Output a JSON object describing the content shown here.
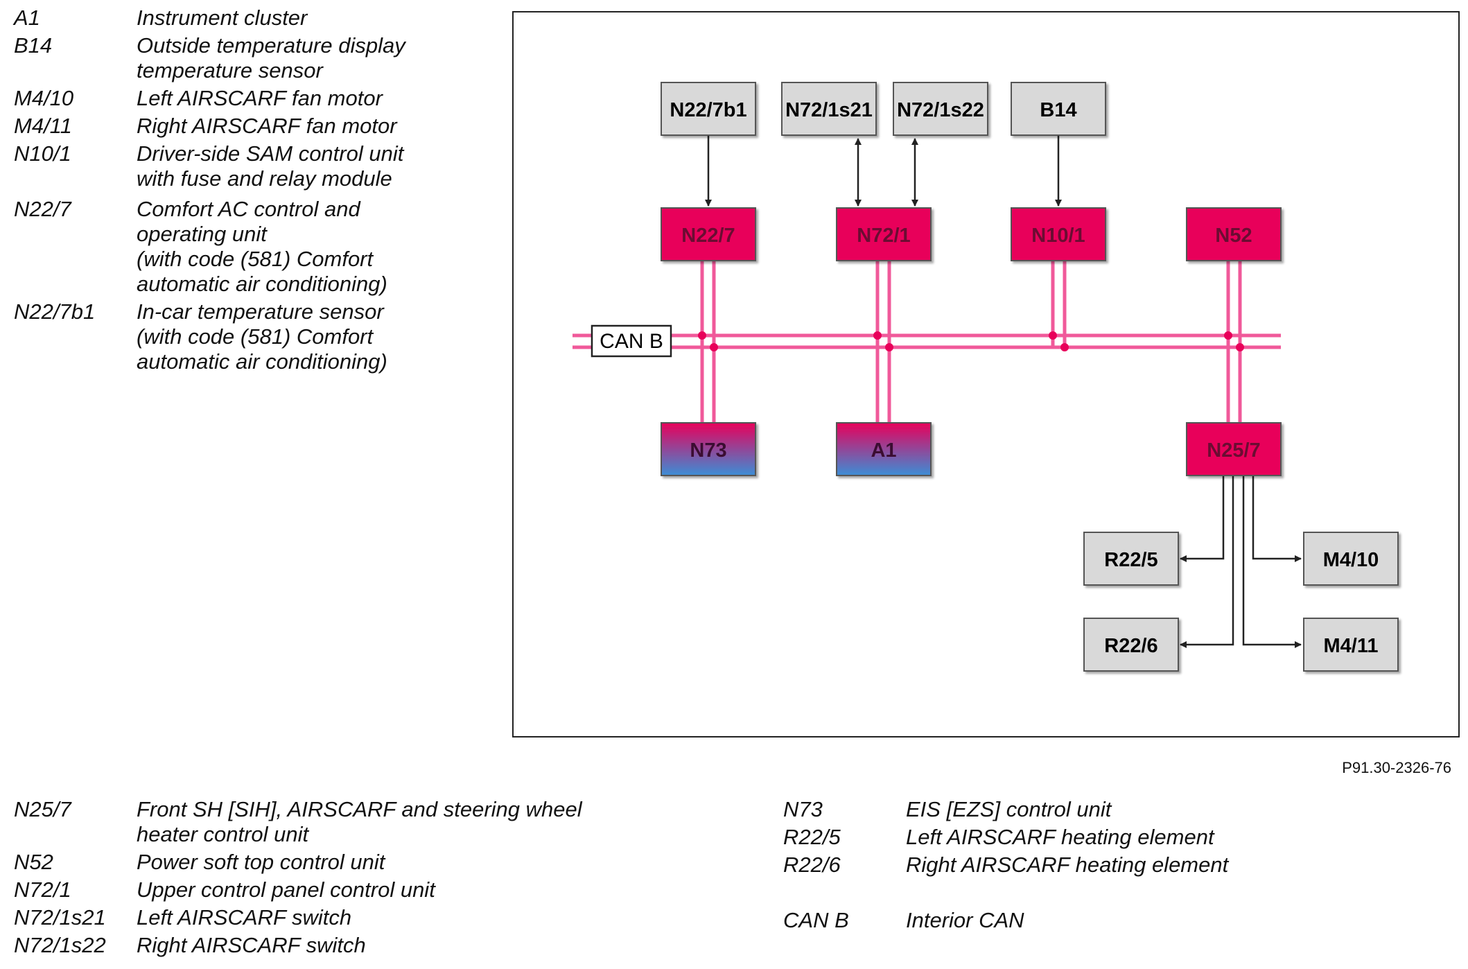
{
  "legend_top": [
    {
      "code": "A1",
      "lines": [
        "Instrument cluster"
      ]
    },
    {
      "code": "B14",
      "lines": [
        "Outside temperature display",
        "temperature sensor"
      ]
    },
    {
      "code": "M4/10",
      "lines": [
        "Left AIRSCARF fan motor"
      ]
    },
    {
      "code": "M4/11",
      "lines": [
        "Right AIRSCARF fan motor"
      ]
    },
    {
      "code": "N10/1",
      "lines": [
        "Driver-side SAM control unit",
        "with fuse and relay module"
      ]
    },
    {
      "code": "N22/7",
      "lines": [
        "Comfort AC control and",
        "operating unit",
        "(with code (581) Comfort",
        "automatic air conditioning)"
      ]
    },
    {
      "code": "N22/7b1",
      "lines": [
        "In-car temperature sensor",
        "(with code (581) Comfort",
        "automatic air conditioning)"
      ]
    }
  ],
  "legend_bottom_left": [
    {
      "code": "N25/7",
      "lines": [
        "Front SH [SIH], AIRSCARF and steering wheel",
        "heater control unit"
      ]
    },
    {
      "code": "N52",
      "lines": [
        "Power soft top control unit"
      ]
    },
    {
      "code": "N72/1",
      "lines": [
        "Upper control panel control unit"
      ]
    },
    {
      "code": "N72/1s21",
      "lines": [
        "Left AIRSCARF switch"
      ]
    },
    {
      "code": "N72/1s22",
      "lines": [
        "Right AIRSCARF switch"
      ]
    }
  ],
  "legend_bottom_right": [
    {
      "code": "N73",
      "lines": [
        "EIS [EZS] control unit"
      ]
    },
    {
      "code": "R22/5",
      "lines": [
        "Left AIRSCARF heating element"
      ]
    },
    {
      "code": "R22/6",
      "lines": [
        "Right AIRSCARF heating element"
      ]
    },
    {
      "code": "CAN B",
      "lines": [
        "Interior CAN"
      ]
    }
  ],
  "figure_id": "P91.30-2326-76",
  "diagram": {
    "bus_label": "CAN B",
    "nodes": {
      "n22_7b1": "N22/7b1",
      "n72_1s21": "N72/1s21",
      "n72_1s22": "N72/1s22",
      "b14": "B14",
      "n22_7": "N22/7",
      "n72_1": "N72/1",
      "n10_1": "N10/1",
      "n52": "N52",
      "n73": "N73",
      "a1": "A1",
      "n25_7": "N25/7",
      "r22_5": "R22/5",
      "m4_10": "M4/10",
      "r22_6": "R22/6",
      "m4_11": "M4/11"
    },
    "colors": {
      "can_node": "#e8005a",
      "bus_line": "#f0599a",
      "gray_node": "#d9d9d9",
      "gradient_bottom": "#3c8ed6"
    }
  }
}
